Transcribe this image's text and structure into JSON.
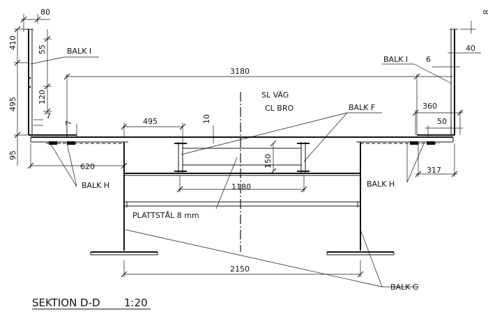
{
  "drawing": {
    "title": "SEKTION D-D",
    "scale": "1:20",
    "centerline": {
      "line1": "SL VÄG",
      "line2": "CL BRO"
    }
  },
  "dimensions": {
    "top_left_width": "80",
    "left_410": "410",
    "left_55": "55",
    "left_495": "495",
    "left_120": "120",
    "left_7a": "7",
    "left_7b": "7",
    "left_95": "95",
    "overall_3180": "3180",
    "top_right_8": "8",
    "right_40": "40",
    "right_6": "6",
    "right_360": "360",
    "right_50": "50",
    "right_317": "317",
    "beam_495": "495",
    "beam_10": "10",
    "beam_150": "150",
    "beam_620": "620",
    "beam_1180": "1180",
    "bottom_2150": "2150"
  },
  "labels": {
    "balk_i_left": "BALK I",
    "balk_i_right": "BALK I",
    "balk_f": "BALK F",
    "balk_h_left": "BALK H",
    "balk_h_right": "BALK H",
    "plattstal": "PLATTSTÅL 8 mm",
    "balk_g": "BALK G"
  }
}
